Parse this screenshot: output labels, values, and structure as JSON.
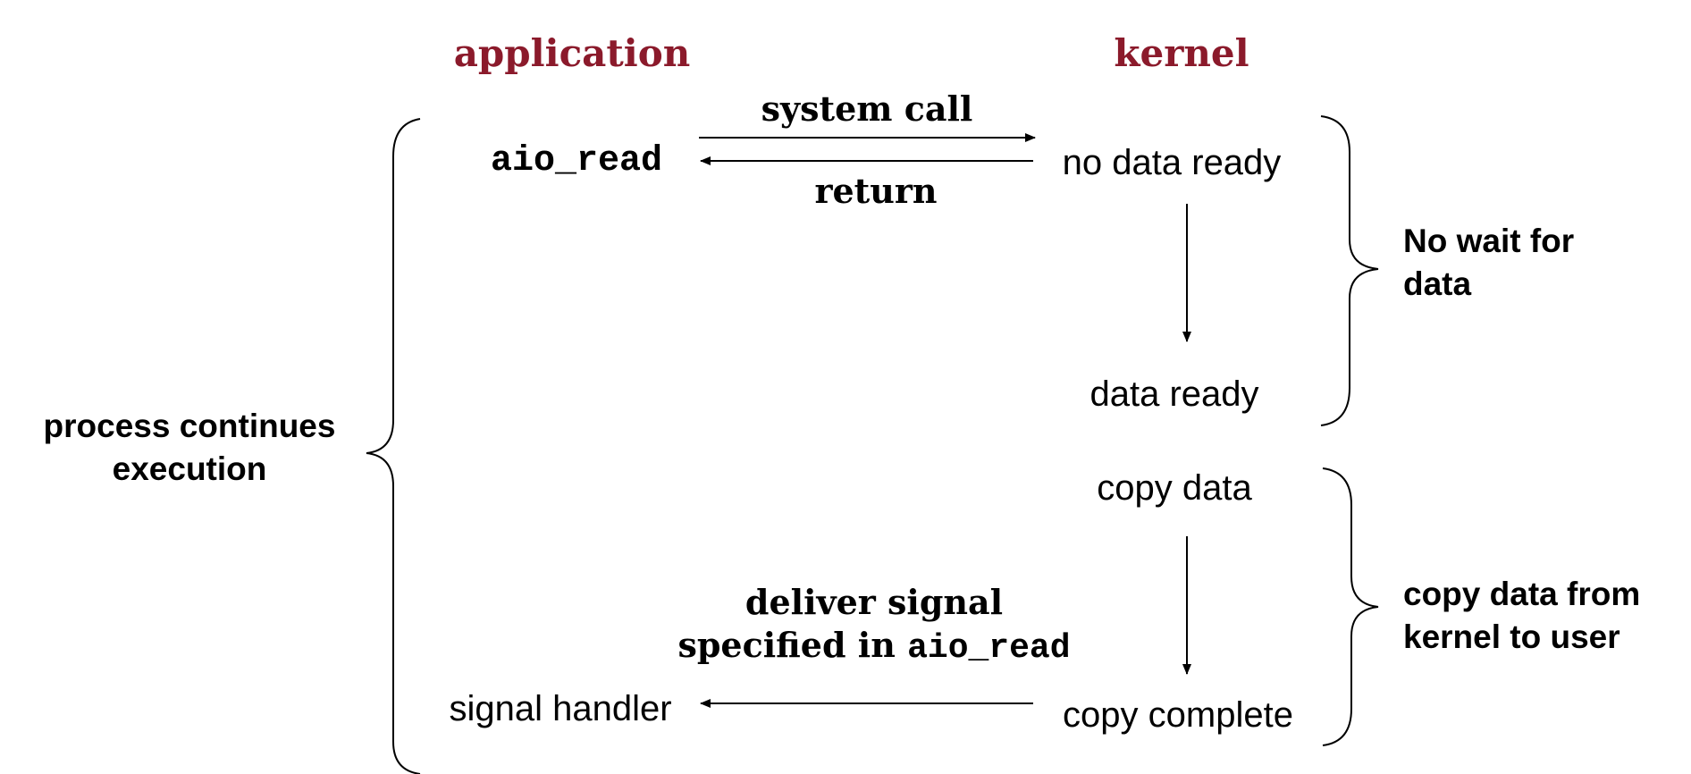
{
  "headers": {
    "application": "application",
    "kernel": "kernel"
  },
  "arrows": {
    "system_call": "system call",
    "return": "return",
    "deliver_signal_line1": "deliver signal",
    "deliver_signal_line2_prefix": "specified in ",
    "deliver_signal_line2_code": "aio_read"
  },
  "application_steps": {
    "aio_read": "aio_read",
    "signal_handler": "signal handler"
  },
  "kernel_steps": {
    "no_data_ready": "no data ready",
    "data_ready": "data ready",
    "copy_data": "copy data",
    "copy_complete": "copy complete"
  },
  "braces": {
    "process": [
      "process continues",
      "execution"
    ],
    "no_wait": [
      "No wait for",
      "data"
    ],
    "copy": [
      "copy data from",
      "kernel to user"
    ]
  },
  "colors": {
    "header": "#8b1a2b",
    "text": "#000000"
  }
}
